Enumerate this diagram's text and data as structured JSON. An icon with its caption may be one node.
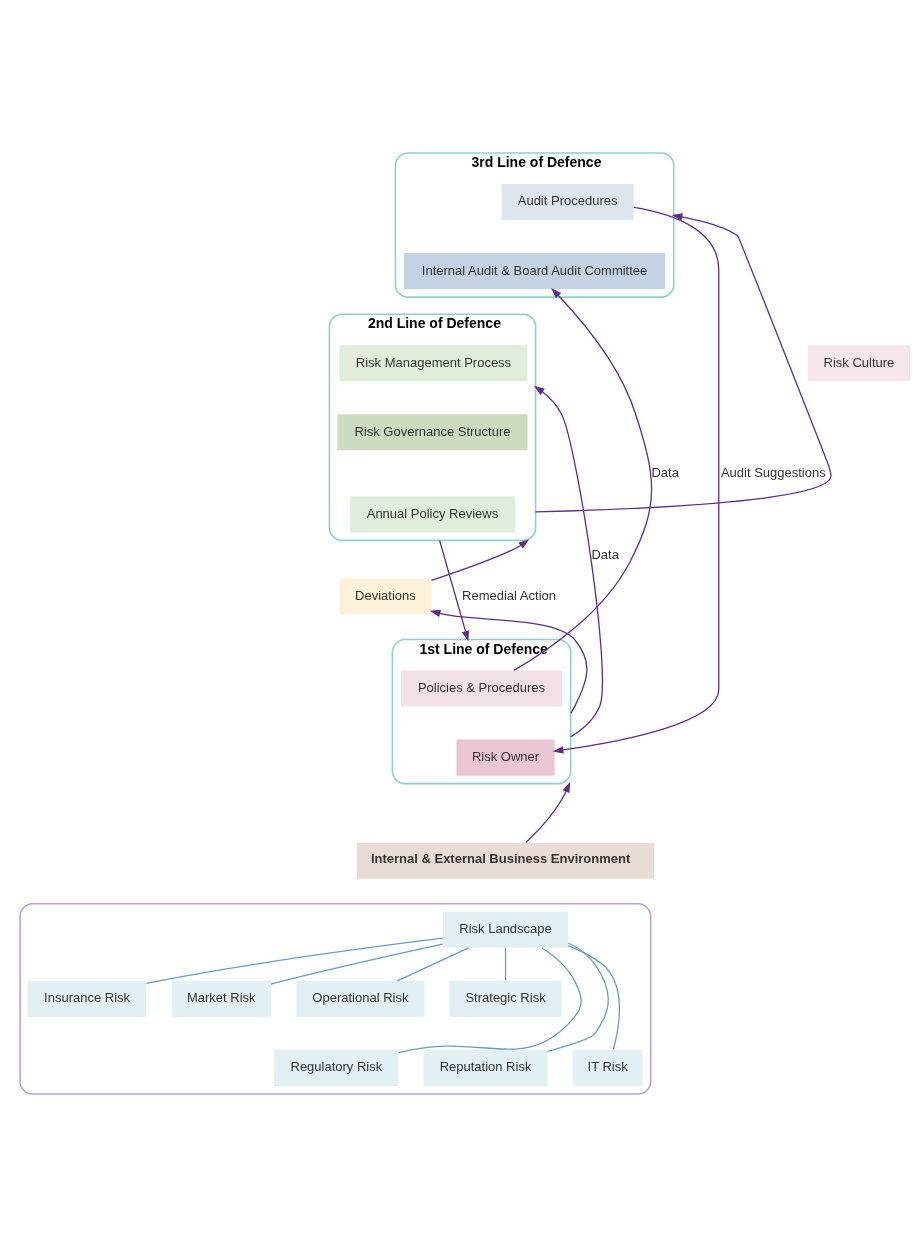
{
  "diagram": {
    "nodes": [
      {
        "text": [
          "3rd Line of Defence"
        ]
      },
      {
        "text": [
          "Audit Procedures"
        ],
        "in": 0
      },
      {
        "text": [
          "Internal Audit & Board Audit Committee"
        ],
        "in": 0
      },
      {
        "text": [
          "Risk Culture"
        ]
      },
      {
        "text": [
          "2nd Line of Defence"
        ]
      },
      {
        "text": [
          "Risk Management Process"
        ],
        "in": 4
      },
      {
        "text": [
          "Risk Governance Structure"
        ],
        "in": 4
      },
      {
        "text": [
          "Annual Policy Reviews"
        ],
        "in": 4
      },
      {
        "text": [
          "Deviations"
        ]
      },
      {
        "text": [
          "1st Line of Defence"
        ]
      },
      {
        "text": [
          "Policies & Procedures"
        ],
        "in": 9
      },
      {
        "text": [
          "Risk Owner"
        ],
        "in": 9
      },
      {
        "text": [
          "Internal & External Business Environment"
        ]
      },
      {
        "text": [],
        "shape": "box"
      },
      {
        "text": [
          "Risk Landscape"
        ],
        "in": 13
      },
      {
        "text": [
          "Insurance Risk"
        ],
        "in": 13
      },
      {
        "text": [
          "Market Risk"
        ],
        "in": 13
      },
      {
        "text": [
          "Operational Risk"
        ],
        "in": 13
      },
      {
        "text": [
          "Strategic Risk"
        ],
        "in": 13
      },
      {
        "text": [
          "Regulatory Risk"
        ],
        "in": 13
      },
      {
        "text": [
          "Reputation Risk"
        ],
        "in": 13
      },
      {
        "text": [
          "IT Risk"
        ],
        "in": 13
      }
    ],
    "edges": [
      {
        "from": 1,
        "to": 11,
        "arrow": "to",
        "label": "Audit Suggestions"
      },
      {
        "from": 10,
        "to": 2,
        "arrow": "to",
        "label": "Data"
      },
      {
        "from": 4,
        "to": 0,
        "arrow": "to"
      },
      {
        "from": 9,
        "to": 8,
        "arrow": "to"
      },
      {
        "from": 8,
        "to": 4,
        "arrow": "to"
      },
      {
        "from": 4,
        "to": 9,
        "arrow": "to",
        "label": "Remedial Action"
      },
      {
        "from": 9,
        "to": 4,
        "arrow": "to",
        "label": "Data"
      },
      {
        "from": 12,
        "to": 9,
        "arrow": "to"
      },
      {
        "from": 14,
        "to": 15,
        "arrow": "none",
        "color": "#6a9ac4"
      },
      {
        "from": 14,
        "to": 19,
        "arrow": "none",
        "color": "#6a9ac4"
      },
      {
        "from": 14,
        "to": 16,
        "arrow": "none",
        "color": "#6a9ac4"
      },
      {
        "from": 14,
        "to": 20,
        "arrow": "none",
        "color": "#6a9ac4"
      },
      {
        "from": 14,
        "to": 17,
        "arrow": "none",
        "color": "#6a9ac4"
      },
      {
        "from": 14,
        "to": 21,
        "arrow": "none",
        "color": "#6a9ac4"
      },
      {
        "from": 14,
        "to": 18,
        "arrow": "none",
        "color": "#6a9ac4"
      }
    ]
  }
}
